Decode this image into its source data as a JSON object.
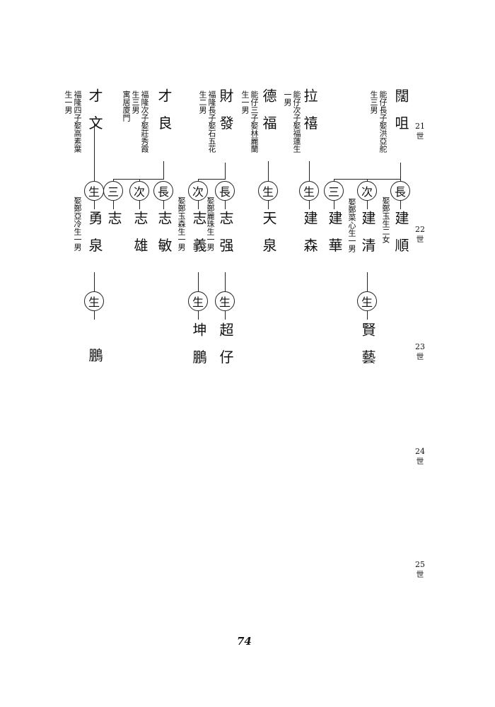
{
  "page_number": "74",
  "generations": [
    {
      "num": "21",
      "label": "世"
    },
    {
      "num": "22",
      "label": "世"
    },
    {
      "num": "23",
      "label": "世"
    },
    {
      "num": "24",
      "label": "世"
    },
    {
      "num": "25",
      "label": "世"
    }
  ],
  "gen21": [
    {
      "name": "闊 咀",
      "note": "能仔長子娶洪亞舵\n生三男"
    },
    {
      "name": "拉 禧",
      "note": "能仔次子娶福蓮生\n一男"
    },
    {
      "name": "德 福",
      "note": "能仔三子娶林麗蘭\n生一男"
    },
    {
      "name": "財 發",
      "note": "福隆長子娶石五花\n生二男"
    },
    {
      "name": "才 良",
      "note": "福隆次子娶莊秀霞\n生三男\n寓居廈門"
    },
    {
      "name": "才 文",
      "note": "福隆四子娶高素葉\n生一男"
    }
  ],
  "gen22": [
    {
      "mark": "長",
      "name": "建 順",
      "note": "娶鄭玉生二女"
    },
    {
      "mark": "次",
      "name": "建 清",
      "note": "娶鄭菜心生一男"
    },
    {
      "mark": "三",
      "name": "建 華",
      "note": ""
    },
    {
      "mark": "生",
      "name": "建 森",
      "note": ""
    },
    {
      "mark": "生",
      "name": "天 泉",
      "note": ""
    },
    {
      "mark": "長",
      "name": "志 强",
      "note": "娶鄭麗珠生一男"
    },
    {
      "mark": "次",
      "name": "志 義",
      "note": "娶鄭玉森生一男"
    },
    {
      "mark": "長",
      "name": "志 敏",
      "note": ""
    },
    {
      "mark": "次",
      "name": "志 雄",
      "note": ""
    },
    {
      "mark": "三",
      "name": "志",
      "note": ""
    },
    {
      "mark": "生",
      "name": "勇 泉",
      "note": "娶鄭亞冷生一男"
    }
  ],
  "gen23": [
    {
      "mark": "生",
      "name": "賢 藝"
    },
    {
      "mark": "生",
      "name": "超 仔"
    },
    {
      "mark": "生",
      "name": "坤 鵬"
    },
    {
      "mark": "生",
      "name": "鵬"
    }
  ]
}
